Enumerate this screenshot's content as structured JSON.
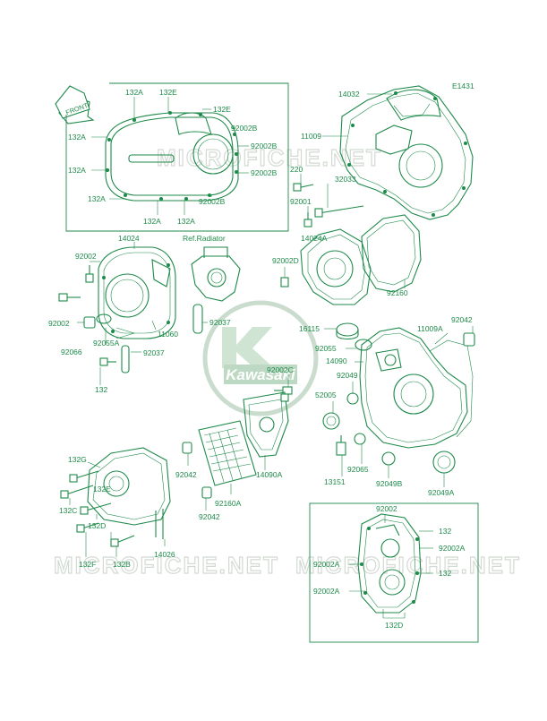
{
  "diagram": {
    "code": "E1431",
    "front_arrow": "FRONT",
    "ref_radiator": "Ref.Radiator",
    "logo_text": "Kawasaki",
    "watermark": "MICROFICHE.NET"
  },
  "labels": [
    {
      "id": "l1",
      "text": "132A"
    },
    {
      "id": "l2",
      "text": "132E"
    },
    {
      "id": "l3",
      "text": "132E"
    },
    {
      "id": "l4",
      "text": "132A"
    },
    {
      "id": "l5",
      "text": "92002B"
    },
    {
      "id": "l6",
      "text": "92002B"
    },
    {
      "id": "l7",
      "text": "132A"
    },
    {
      "id": "l8",
      "text": "92002B"
    },
    {
      "id": "l9",
      "text": "132A"
    },
    {
      "id": "l10",
      "text": "92002B"
    },
    {
      "id": "l11",
      "text": "132A"
    },
    {
      "id": "l12",
      "text": "132A"
    },
    {
      "id": "l13",
      "text": "14032"
    },
    {
      "id": "l14",
      "text": "11009"
    },
    {
      "id": "l15",
      "text": "220"
    },
    {
      "id": "l16",
      "text": "32033"
    },
    {
      "id": "l17",
      "text": "92001"
    },
    {
      "id": "l18",
      "text": "14024"
    },
    {
      "id": "l19",
      "text": "92002"
    },
    {
      "id": "l20",
      "text": "92002"
    },
    {
      "id": "l21",
      "text": "92055A"
    },
    {
      "id": "l22",
      "text": "92066"
    },
    {
      "id": "l23",
      "text": "11060"
    },
    {
      "id": "l24",
      "text": "92037"
    },
    {
      "id": "l25",
      "text": "92037"
    },
    {
      "id": "l26",
      "text": "132"
    },
    {
      "id": "l27",
      "text": "14024A"
    },
    {
      "id": "l28",
      "text": "92002D"
    },
    {
      "id": "l29",
      "text": "92160"
    },
    {
      "id": "l30",
      "text": "16115"
    },
    {
      "id": "l31",
      "text": "92055"
    },
    {
      "id": "l32",
      "text": "92042"
    },
    {
      "id": "l33",
      "text": "11009A"
    },
    {
      "id": "l34",
      "text": "14090"
    },
    {
      "id": "l35",
      "text": "92002C"
    },
    {
      "id": "l36",
      "text": "92049"
    },
    {
      "id": "l37",
      "text": "52005"
    },
    {
      "id": "l38",
      "text": "13151"
    },
    {
      "id": "l39",
      "text": "92065"
    },
    {
      "id": "l40",
      "text": "92049B"
    },
    {
      "id": "l41",
      "text": "92049A"
    },
    {
      "id": "l42",
      "text": "132G"
    },
    {
      "id": "l43",
      "text": "92042"
    },
    {
      "id": "l44",
      "text": "92160A"
    },
    {
      "id": "l45",
      "text": "14090A"
    },
    {
      "id": "l46",
      "text": "132C"
    },
    {
      "id": "l47",
      "text": "132D"
    },
    {
      "id": "l48",
      "text": "132E"
    },
    {
      "id": "l49",
      "text": "92042"
    },
    {
      "id": "l50",
      "text": "132F"
    },
    {
      "id": "l51",
      "text": "132B"
    },
    {
      "id": "l52",
      "text": "14026"
    },
    {
      "id": "l53",
      "text": "92002"
    },
    {
      "id": "l54",
      "text": "132"
    },
    {
      "id": "l55",
      "text": "92002A"
    },
    {
      "id": "l56",
      "text": "92002A"
    },
    {
      "id": "l57",
      "text": "132"
    },
    {
      "id": "l58",
      "text": "92002A"
    },
    {
      "id": "l59",
      "text": "132D"
    }
  ]
}
